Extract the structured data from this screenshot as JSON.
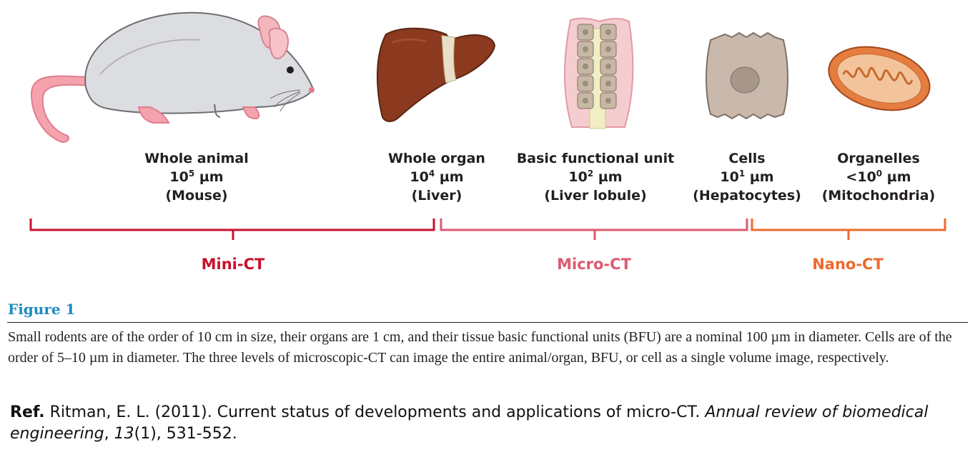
{
  "levels": [
    {
      "name": "Whole animal",
      "base": "10",
      "exp": "5",
      "unit": "µm",
      "example": "(Mouse)",
      "prefix": ""
    },
    {
      "name": "Whole organ",
      "base": "10",
      "exp": "4",
      "unit": "µm",
      "example": "(Liver)",
      "prefix": ""
    },
    {
      "name": "Basic functional unit",
      "base": "10",
      "exp": "2",
      "unit": "µm",
      "example": "(Liver lobule)",
      "prefix": ""
    },
    {
      "name": "Cells",
      "base": "10",
      "exp": "1",
      "unit": "µm",
      "example": "(Hepatocytes)",
      "prefix": ""
    },
    {
      "name": "Organelles",
      "base": "10",
      "exp": "0",
      "unit": "µm",
      "example": "(Mitochondria)",
      "prefix": "<"
    }
  ],
  "ranges": [
    {
      "label": "Mini-CT",
      "color": "#c8102e"
    },
    {
      "label": "Micro-CT",
      "color": "#dc5a6e"
    },
    {
      "label": "Nano-CT",
      "color": "#ec6a2c"
    }
  ],
  "figure": {
    "title": "Figure 1",
    "caption": "Small rodents are of the order of 10 cm in size, their organs are 1 cm, and their tissue basic functional units (BFU) are a nominal 100 µm in diameter. Cells are of the order of 5–10 µm in diameter. The three levels of microscopic-CT can image the entire animal/organ, BFU, or cell as a single volume image, respectively."
  },
  "reference": {
    "prefix": "Ref.",
    "authors": "Ritman, E. L. (2011). Current status of developments and applications of micro-CT.",
    "journal": "Annual review of biomedical engineering",
    "sep1": ", ",
    "volume": "13",
    "issue_pages": "(1), 531-552."
  },
  "icons": [
    "mouse-illustration-icon",
    "liver-illustration-icon",
    "liver-lobule-illustration-icon",
    "hepatocyte-cell-illustration-icon",
    "mitochondrion-illustration-icon"
  ],
  "colors": {
    "figure_title": "#1a8bc0",
    "text": "#231f20"
  }
}
